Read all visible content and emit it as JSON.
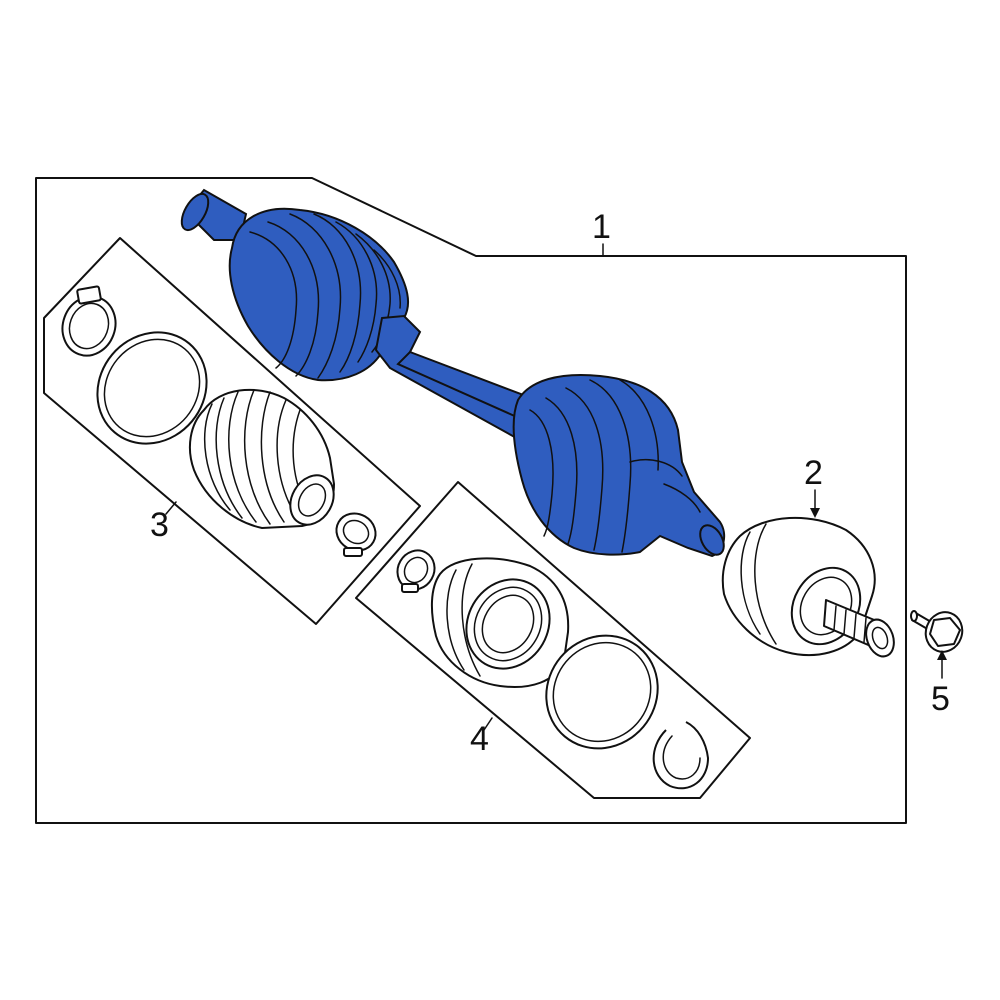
{
  "callouts": {
    "c1": "1",
    "c2": "2",
    "c3": "3",
    "c4": "4",
    "c5": "5"
  },
  "highlight_color": "#2f5dbf"
}
